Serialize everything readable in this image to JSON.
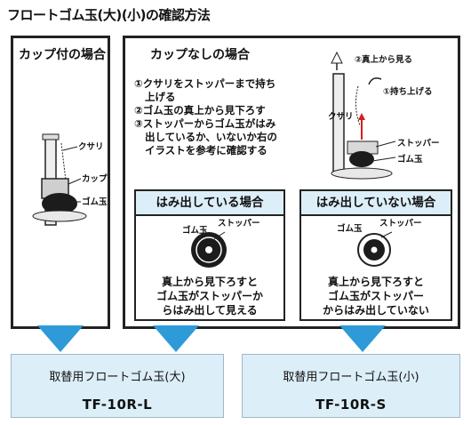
{
  "title": "フロートゴム玉(大)(小)の確認方法",
  "left_panel": {
    "heading": "カップ付の場合",
    "labels": {
      "chain": "クサリ",
      "cup": "カップ",
      "ball": "ゴム玉"
    }
  },
  "right_panel": {
    "heading": "カップなしの場合",
    "steps": [
      "①クサリをストッパーまで持ち",
      "上げる",
      "②ゴム玉の真上から見下ろす",
      "③ストッパーからゴム玉がはみ",
      "出しているか、いないか右の",
      "イラストを参考に確認する"
    ],
    "labels": {
      "view_from_above": "②真上から見る",
      "lift": "①持ち上げる",
      "chain": "クサリ",
      "stopper": "ストッパー",
      "ball": "ゴム玉"
    }
  },
  "case_protruding": {
    "heading": "はみ出している場合",
    "label_ball": "ゴム玉",
    "label_stopper": "ストッパー",
    "caption": [
      "真上から見下ろすと",
      "ゴム玉がストッパーか",
      "らはみ出して見える"
    ]
  },
  "case_not_protruding": {
    "heading": "はみ出していない場合",
    "label_ball": "ゴム玉",
    "label_stopper": "ストッパー",
    "caption": [
      "真上から見下ろすと",
      "ゴム玉がストッパー",
      "からはみ出していない"
    ]
  },
  "results": [
    {
      "label": "取替用フロートゴム玉(大)",
      "code": "TF-10R-L"
    },
    {
      "label": "取替用フロートゴム玉(小)",
      "code": "TF-10R-S"
    }
  ],
  "colors": {
    "accent_blue": "#2e9ad8",
    "box_fill": "#dceef8",
    "arrow_red": "#d21f1f"
  }
}
